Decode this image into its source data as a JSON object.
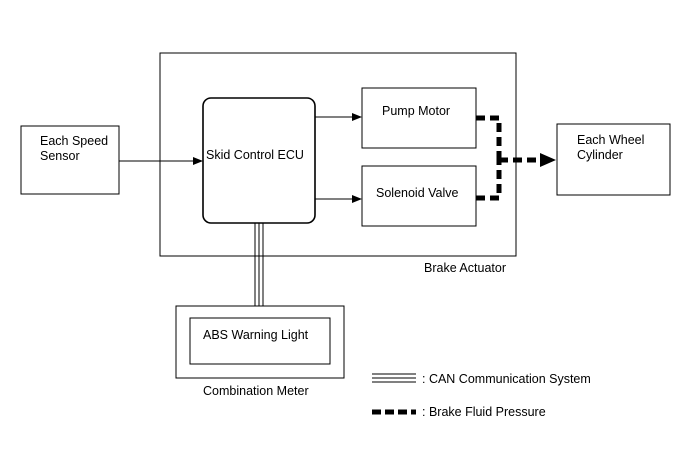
{
  "nodes": {
    "speed_sensor": "Each Speed\nSensor",
    "ecu": "Skid Control ECU",
    "pump_motor": "Pump Motor",
    "solenoid_valve": "Solenoid Valve",
    "wheel_cylinder": "Each Wheel\nCylinder",
    "abs_light": "ABS Warning Light"
  },
  "groups": {
    "brake_actuator": "Brake Actuator",
    "combination_meter": "Combination Meter"
  },
  "legend": {
    "can": ": CAN Communication System",
    "fluid": ": Brake Fluid Pressure"
  }
}
